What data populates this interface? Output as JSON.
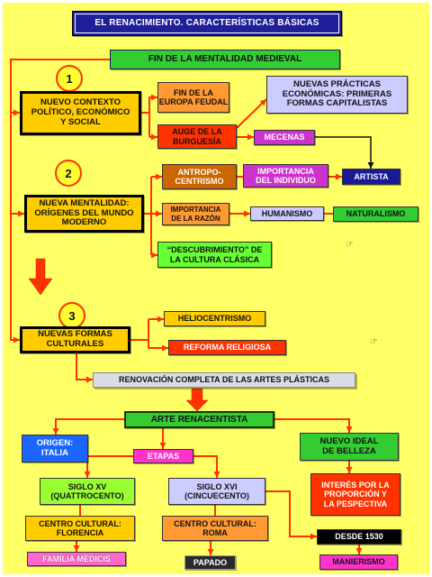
{
  "title": "EL RENACIMIENTO. CARACTERÍSTICAS BÁSICAS",
  "markers": [
    "1",
    "2",
    "3"
  ],
  "nodes": {
    "fin_mentalidad_medieval": "FIN DE LA MENTALIDAD MEDIEVAL",
    "nuevo_contexto": "NUEVO CONTEXTO\nPOLÍTICO, ECONÓMICO\nY SOCIAL",
    "fin_europa_feudal": "FIN DE LA\nEUROPA FEUDAL",
    "nuevas_practicas": "NUEVAS PRÁCTICAS\nECONÓMICAS: PRIMERAS\nFORMAS CAPITALISTAS",
    "auge_burguesia": "AUGE DE LA\nBURGUESÍA",
    "mecenas": "MECENAS",
    "antropocentrismo": "ANTROPO-\nCENTRISMO",
    "importancia_individuo": "IMPORTANCIA\nDEL INDIVIDUO",
    "artista": "ARTISTA",
    "nueva_mentalidad": "NUEVA MENTALIDAD:\nORÍGENES DEL MUNDO\nMODERNO",
    "importancia_razon": "IMPORTANCIA\nDE LA RAZÓN",
    "humanismo": "HUMANISMO",
    "naturalismo": "NATURALISMO",
    "descubrimiento": "“DESCUBRIMIENTO” DE\nLA CULTURA CLÁSICA",
    "nuevas_formas": "NUEVAS FORMAS\nCULTURALES",
    "heliocentrismo": "HELIOCENTRISMO",
    "reforma_religiosa": "REFORMA RELIGIOSA",
    "renovacion": "RENOVACIÓN COMPLETA DE LAS ARTES PLÁSTICAS",
    "arte_renacentista": "ARTE RENACENTISTA",
    "origen": "ORIGEN:\nITALIA",
    "etapas": "ETAPAS",
    "nuevo_ideal": "NUEVO IDEAL\nDE BELLEZA",
    "siglo_xv": "SIGLO XV\n(QUATTROCENTO)",
    "siglo_xvi": "SIGLO XVI\n(CINCUECENTO)",
    "interes": "INTERÉS POR LA\nPROPORCIÓN Y\nLA PESPECTIVA",
    "florencia": "CENTRO CULTURAL:\nFLORENCIA",
    "roma": "CENTRO CULTURAL:\nROMA",
    "desde_1530": "DESDE 1530",
    "medicis": "FAMILIA MEDICIS",
    "papado": "PAPADO",
    "manierismo": "MANIERISMO"
  },
  "icons": {
    "hand": "pointing-hand-icon",
    "down_arrow": "down-arrow-icon",
    "marker": "numbered-circle"
  },
  "colors": {
    "background": "#ffff66",
    "title_fill": "#1f1f99",
    "green": "#33cc33",
    "gold": "#ffcc00",
    "orange": "#ff9933",
    "red": "#ff3300",
    "lavender": "#ccccff",
    "magenta": "#cc33cc",
    "brown": "#cc6600",
    "navy": "#1a1a99",
    "lime": "#66ff33",
    "light_lime": "#99ff33",
    "blue": "#1a66ff",
    "pink": "#ff33cc",
    "rose": "#ff66cc",
    "grey": "#dcdce6",
    "black": "#000000",
    "dark": "#2a2a2a",
    "marker_fill": "#ffff33",
    "connector": "#ff3300"
  }
}
